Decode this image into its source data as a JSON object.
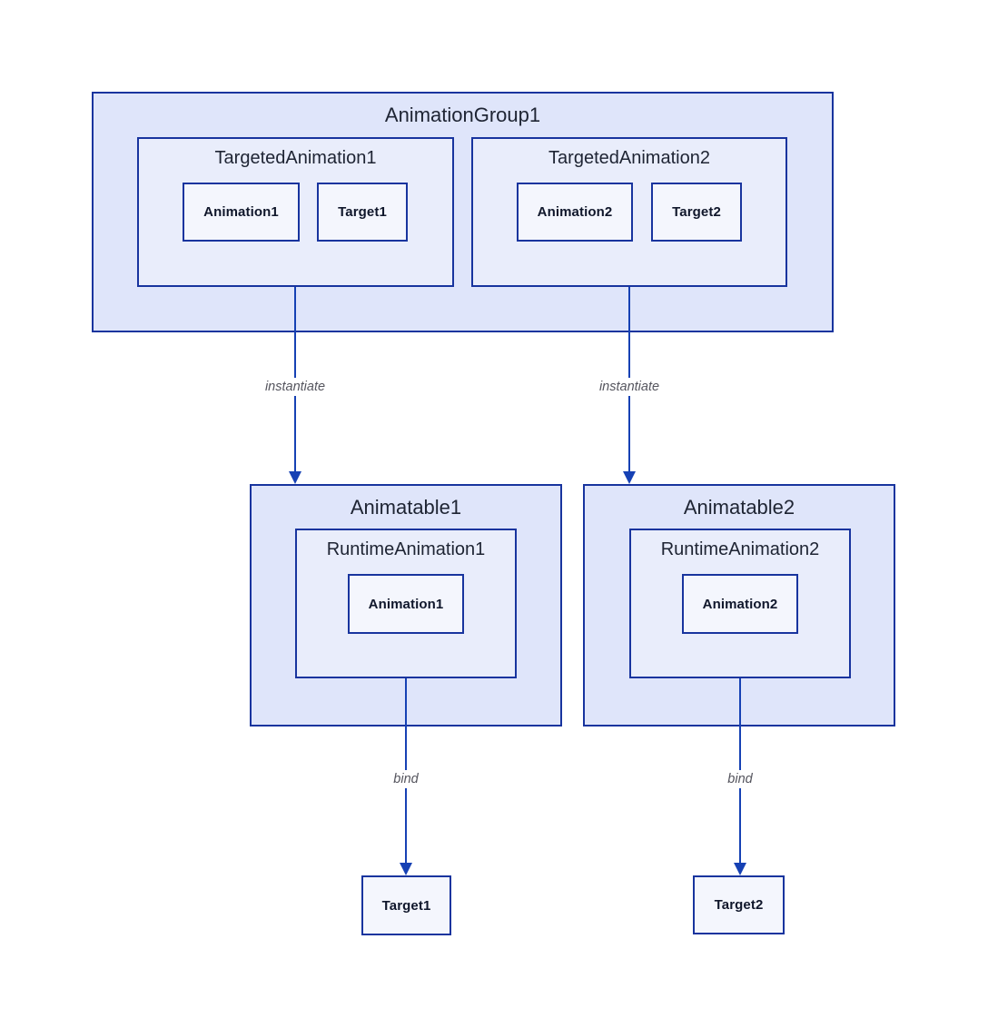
{
  "diagram": {
    "animation_group": {
      "title": "AnimationGroup1",
      "targeted_animation_1": {
        "title": "TargetedAnimation1",
        "animation": "Animation1",
        "target": "Target1"
      },
      "targeted_animation_2": {
        "title": "TargetedAnimation2",
        "animation": "Animation2",
        "target": "Target2"
      }
    },
    "animatable_1": {
      "title": "Animatable1",
      "runtime_animation": {
        "title": "RuntimeAnimation1",
        "animation": "Animation1"
      }
    },
    "animatable_2": {
      "title": "Animatable2",
      "runtime_animation": {
        "title": "RuntimeAnimation2",
        "animation": "Animation2"
      }
    },
    "target_1": "Target1",
    "target_2": "Target2",
    "edges": {
      "instantiate_1": "instantiate",
      "instantiate_2": "instantiate",
      "bind_1": "bind",
      "bind_2": "bind"
    }
  },
  "colors": {
    "background": "#ffffff",
    "group_fill": "#dfe5fa",
    "subgroup_fill": "#e9edfb",
    "leaf_fill": "#f4f6fd",
    "border": "#18349e",
    "arrow": "#1641b4",
    "title_text": "#1e2433",
    "leaf_text": "#10172b",
    "edge_label": "#55555e"
  }
}
